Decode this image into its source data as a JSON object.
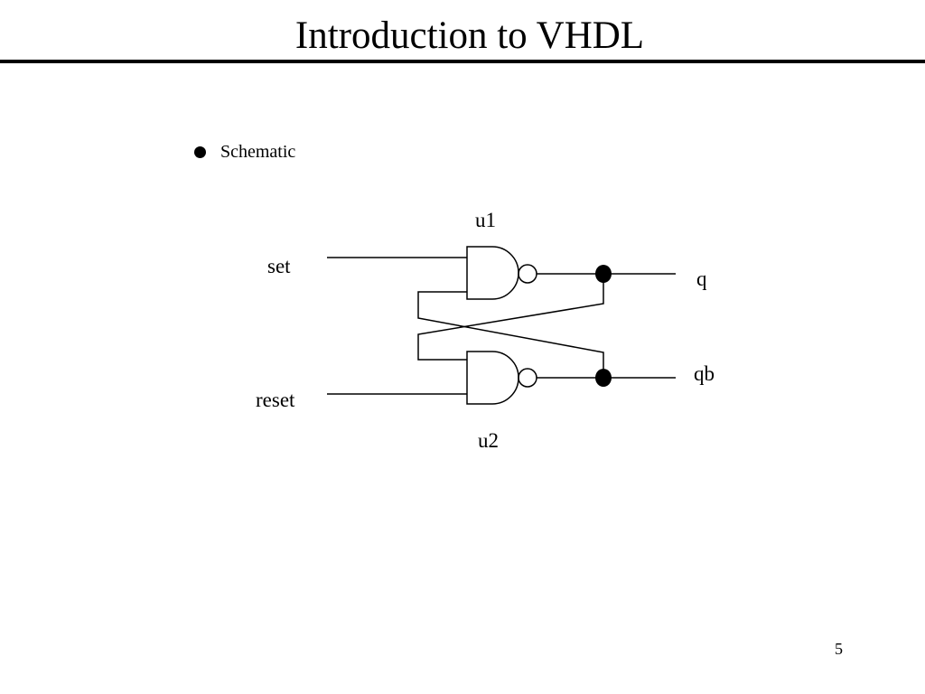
{
  "slide": {
    "title": "Introduction to VHDL",
    "page_number": "5"
  },
  "bullets": [
    {
      "text": "Schematic"
    }
  ],
  "schematic": {
    "gates": [
      {
        "name": "u1",
        "type": "NAND"
      },
      {
        "name": "u2",
        "type": "NAND"
      }
    ],
    "inputs": [
      "set",
      "reset"
    ],
    "outputs": [
      "q",
      "qb"
    ]
  }
}
